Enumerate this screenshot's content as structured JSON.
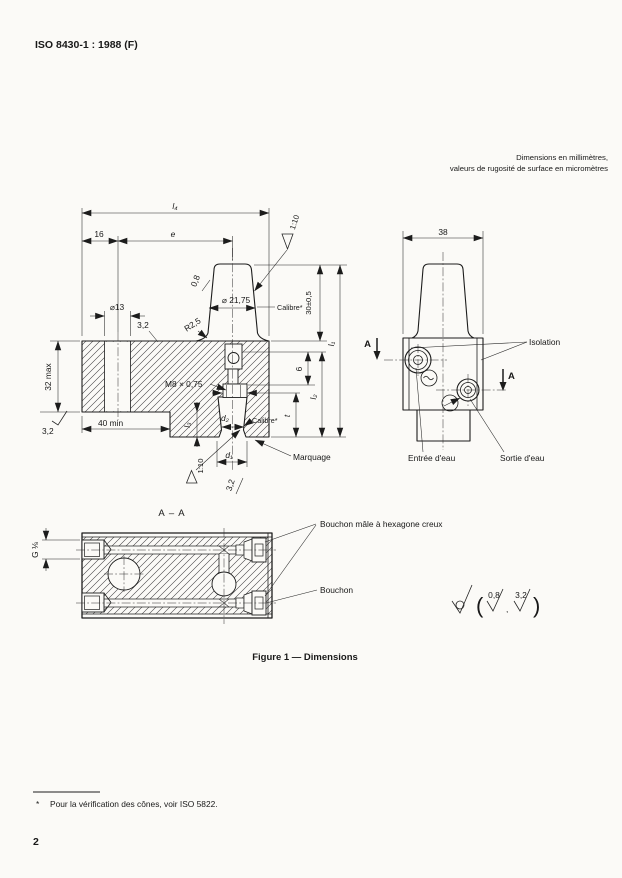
{
  "page": {
    "header": "ISO 8430-1 : 1988 (F)",
    "units_note_line1": "Dimensions en millimètres,",
    "units_note_line2": "valeurs de rugosité de surface en micromètres",
    "figure_caption": "Figure 1 — Dimensions",
    "footnote_marker": "*",
    "footnote": "Pour la vérification des cônes, voir ISO 5822.",
    "page_number": "2"
  },
  "main_view": {
    "dim_l4": "l₄",
    "dim_16": "16",
    "dim_e": "e",
    "taper_top": "1:10",
    "rough_cone": "0,8",
    "dim_dia_2175": "⌀ 21,75",
    "calibre_top": "Calibre*",
    "dim_30": "30±0,5",
    "dim_dia_13": "⌀13",
    "rough_top": "3,2",
    "dim_r25": "R2,5",
    "dim_32max": "32 max",
    "thread": "M8 × 0,75",
    "dim_6": "6",
    "dim_l2": "l₂",
    "dim_l1": "l₁",
    "dim_t": "t",
    "rough_left": "3,2",
    "dim_40min": "40 min",
    "dim_l3": "l₃",
    "dim_d2": "d₂",
    "calibre_bottom": "Calibre*",
    "marquage": "Marquage",
    "taper_bottom": "1:10",
    "dim_d1": "d₁",
    "rough_bottom": "3,2"
  },
  "side_view": {
    "dim_38": "38",
    "section_label": "A",
    "isolation": "Isolation",
    "entree": "Entrée d'eau",
    "sortie": "Sortie d'eau"
  },
  "section_view": {
    "title": "A – A",
    "thread_g": "G ⅛",
    "bouchon_male": "Bouchon mâle à hexagone creux",
    "bouchon": "Bouchon"
  },
  "roughness_note": {
    "open": "(",
    "v1": "0,8",
    "comma": ",",
    "v2": "3,2",
    "close": ")"
  }
}
